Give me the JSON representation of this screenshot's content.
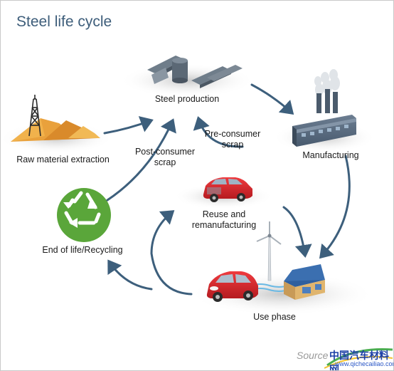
{
  "title": "Steel life cycle",
  "nodes": {
    "steel_production": "Steel production",
    "raw_material": "Raw material extraction",
    "manufacturing": "Manufacturing",
    "pre_consumer_1": "Pre-consumer",
    "pre_consumer_2": "scrap",
    "post_consumer_1": "Post-consumer",
    "post_consumer_2": "scrap",
    "reuse_1": "Reuse and",
    "reuse_2": "remanufacturing",
    "end_of_life": "End of life/Recycling",
    "use_phase": "Use phase"
  },
  "source_text": "Source",
  "watermark": {
    "text": "中国汽车材料网",
    "url": "www.qichecailiao.com"
  },
  "colors": {
    "arrow": "#3d5f7c",
    "title": "#3d5d7a",
    "recycle_green": "#5aa63a",
    "car_red": "#d6262b",
    "house_blue": "#3b6fb0"
  }
}
